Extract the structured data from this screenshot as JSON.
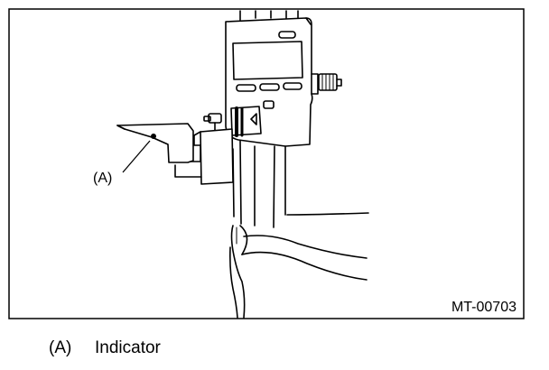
{
  "figure": {
    "id": "MT-00703",
    "callouts": [
      {
        "key": "(A)",
        "label": "Indicator"
      }
    ]
  }
}
